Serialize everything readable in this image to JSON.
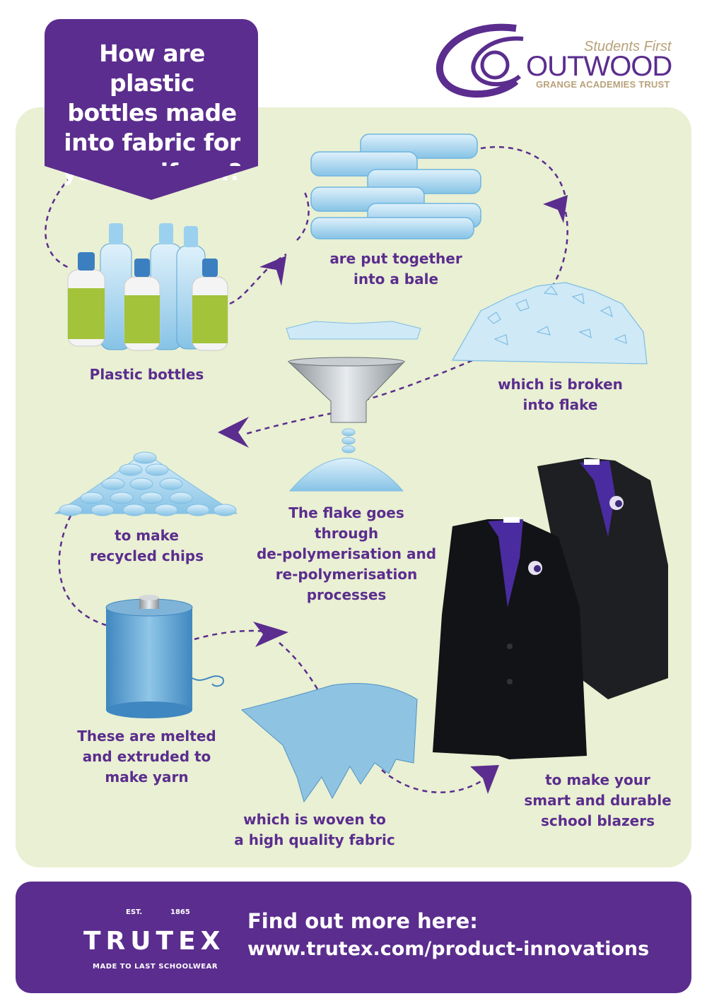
{
  "title": "How are plastic\nbottles made\ninto fabric for\nyour uniform?",
  "logo": {
    "tagline": "Students First",
    "name": "OUTWOOD",
    "subtitle": "GRANGE ACADEMIES TRUST"
  },
  "steps": [
    "Plastic bottles",
    "are put together\ninto a bale",
    "which is broken\ninto flake",
    "The flake goes through\nde-polymerisation and\nre-polymerisation\nprocesses",
    "to make\nrecycled chips",
    "These are melted\nand extruded to\nmake yarn",
    "which is woven to\na high quality fabric",
    "to make your\nsmart and durable\nschool blazers"
  ],
  "footer": {
    "est": "EST.",
    "est_year": "1865",
    "brand": "TRUTEX",
    "brand_tagline": "MADE TO LAST SCHOOLWEAR",
    "cta": "Find out more here:",
    "url": "www.trutex.com/product-innovations"
  },
  "colors": {
    "purple": "#5b2d8e",
    "panel": "#e9f0d3",
    "ice": "#a9d6ee",
    "gold": "#b9a179"
  },
  "icons": [
    "bottles-icon",
    "bale-icon",
    "flake-pile-icon",
    "funnel-icon",
    "chips-icon",
    "yarn-spool-icon",
    "fabric-icon",
    "blazer-icon",
    "arrow-icon"
  ]
}
